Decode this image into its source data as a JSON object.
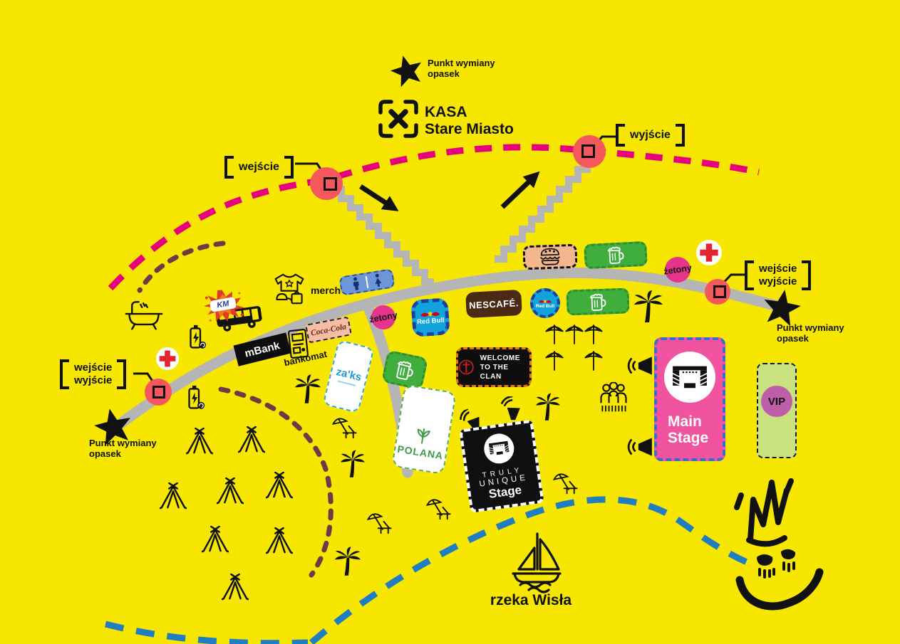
{
  "colors": {
    "background": "#F7E600",
    "fence_magenta": "#E6007E",
    "river_blue": "#1F7EC2",
    "road_gray": "#B5B5B5",
    "camp_boundary_brown": "#6B3C45",
    "gate_red": "#F4575C",
    "main_stage_pink": "#F0549E",
    "main_stage_border_blue": "#3C6BC8",
    "vip_green": "#C9E17E",
    "vip_circle_purple": "#BC5FA8",
    "beer_green": "#3FAE3C",
    "burger_peach": "#F4B68C",
    "toilet_blue": "#6C96D8",
    "nescafe_brown": "#4A2A15",
    "redbull_blue": "#12A3DC",
    "tokens_pink": "#E6338C",
    "cocacola_box": "#F4BDA4"
  },
  "legend": {
    "wristband_point": "Punkt wymiany opasek",
    "kasa_line1": "KASA",
    "kasa_line2": "Stare Miasto"
  },
  "gates": {
    "entrance": "wejście",
    "exit": "wyjście"
  },
  "labels": {
    "merch": "merch",
    "atm": "bankomat",
    "tokens": "żetony",
    "river": "rzeka Wisła"
  },
  "brands": {
    "km": "KM",
    "mbank": "mBank",
    "cocacola": "Coca-Cola",
    "zaiks": "za'ks",
    "redbull": "Red Bull",
    "nescafe": "NESCAFÉ.",
    "polana": "POLANA"
  },
  "venues": {
    "welcome_line1": "WELCOME",
    "welcome_line2": "TO THE CLAN",
    "main_stage": "Main Stage",
    "truly_line1": "TRULY",
    "truly_line2": "UNIQUE",
    "truly_line3": "Stage",
    "vip": "VIP"
  }
}
